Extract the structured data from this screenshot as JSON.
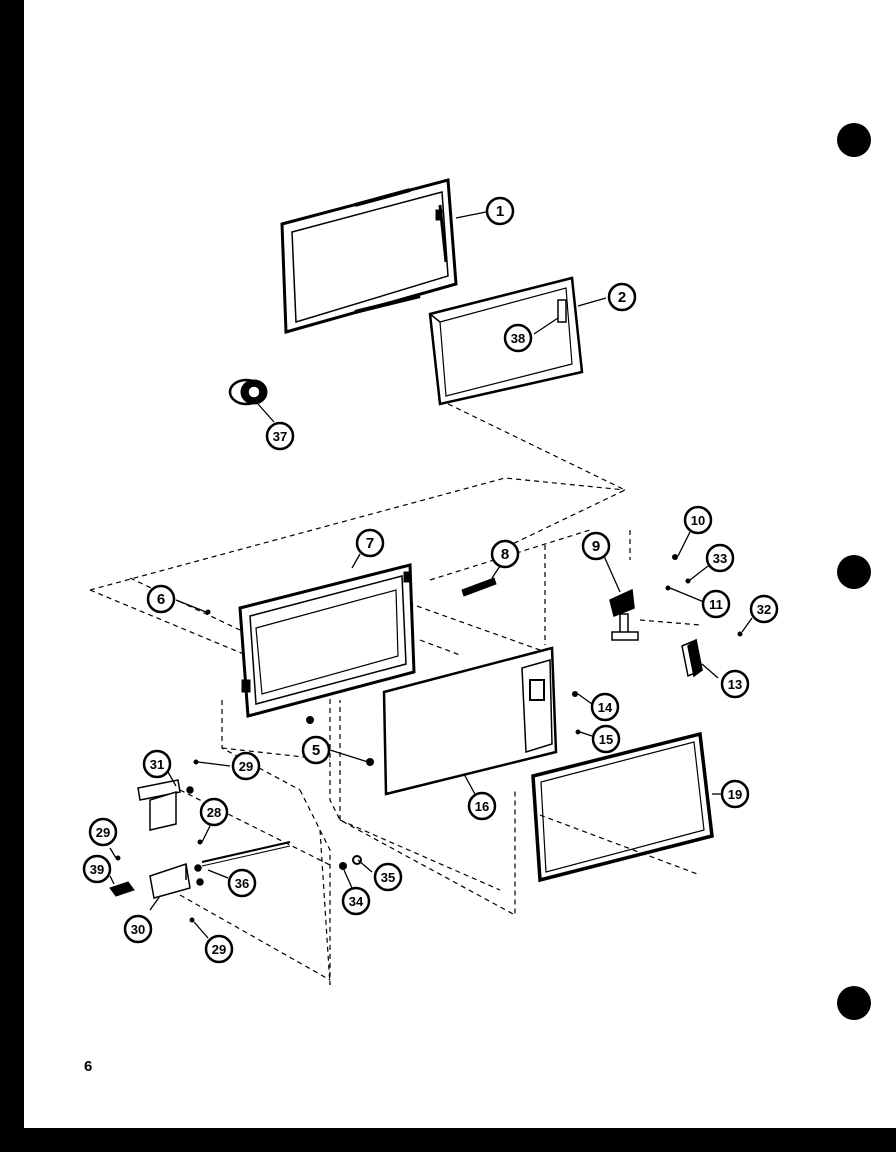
{
  "page": {
    "number": "6"
  },
  "callouts": [
    {
      "id": "c1",
      "label": "1"
    },
    {
      "id": "c2",
      "label": "2"
    },
    {
      "id": "c38",
      "label": "38"
    },
    {
      "id": "c37",
      "label": "37"
    },
    {
      "id": "c7",
      "label": "7"
    },
    {
      "id": "c8",
      "label": "8"
    },
    {
      "id": "c6",
      "label": "6"
    },
    {
      "id": "c9",
      "label": "9"
    },
    {
      "id": "c10",
      "label": "10"
    },
    {
      "id": "c33",
      "label": "33"
    },
    {
      "id": "c11",
      "label": "11"
    },
    {
      "id": "c32",
      "label": "32"
    },
    {
      "id": "c13",
      "label": "13"
    },
    {
      "id": "c14",
      "label": "14"
    },
    {
      "id": "c15",
      "label": "15"
    },
    {
      "id": "c5",
      "label": "5"
    },
    {
      "id": "c16",
      "label": "16"
    },
    {
      "id": "c19",
      "label": "19"
    },
    {
      "id": "c31",
      "label": "31"
    },
    {
      "id": "c29a",
      "label": "29"
    },
    {
      "id": "c28",
      "label": "28"
    },
    {
      "id": "c29b",
      "label": "29"
    },
    {
      "id": "c39",
      "label": "39"
    },
    {
      "id": "c36",
      "label": "36"
    },
    {
      "id": "c35",
      "label": "35"
    },
    {
      "id": "c34",
      "label": "34"
    },
    {
      "id": "c30",
      "label": "30"
    },
    {
      "id": "c29c",
      "label": "29"
    }
  ]
}
